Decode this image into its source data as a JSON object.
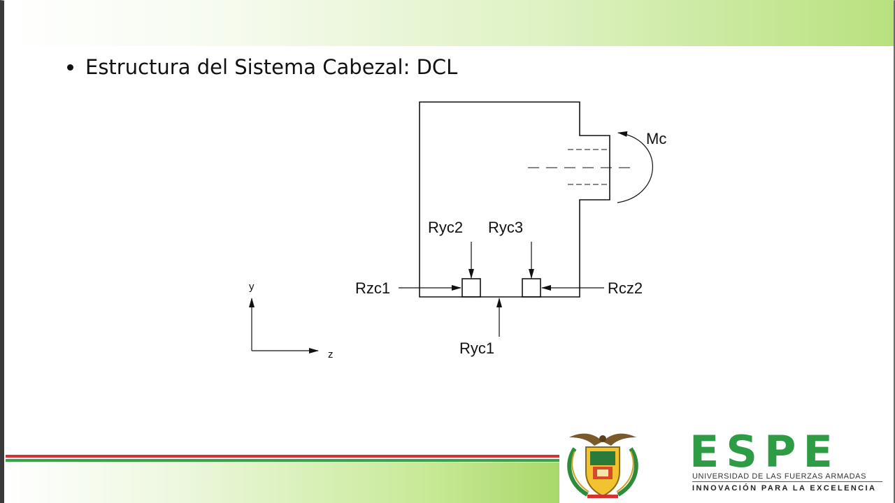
{
  "slide": {
    "title": "Estructura del Sistema Cabezal: DCL"
  },
  "diagram": {
    "labels": {
      "moment": "Mc",
      "ryc2": "Ryc2",
      "ryc3": "Ryc3",
      "rzc1": "Rzc1",
      "rcz2": "Rcz2",
      "ryc1": "Ryc1"
    },
    "axes": {
      "y": "y",
      "z": "z"
    }
  },
  "branding": {
    "name": "ESPE",
    "subtitle": "UNIVERSIDAD DE LAS FUERZAS ARMADAS",
    "tagline": "INNOVACIÓN PARA LA EXCELENCIA",
    "colors": {
      "espe_green": "#2d9c45",
      "stripe_red": "#d3322f",
      "stripe_green": "#3aa14a",
      "band_green": "#b8e17e"
    },
    "crest_icon": "university-crest-icon"
  }
}
